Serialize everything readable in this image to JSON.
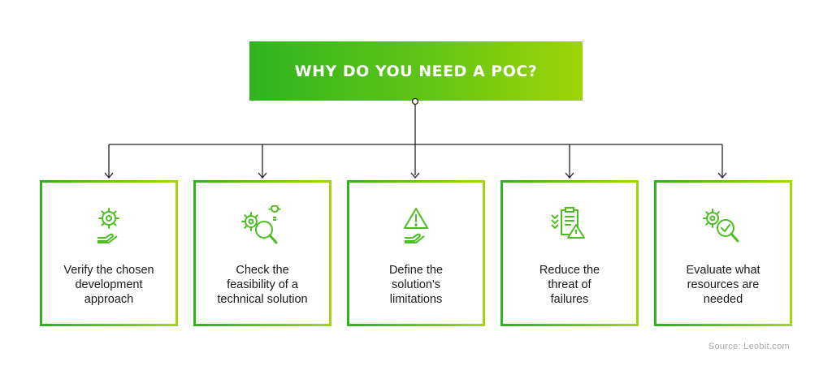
{
  "title": "WHY DO YOU NEED A POC?",
  "colors": {
    "green_dark": "#2fb41e",
    "green_light": "#a3d50a",
    "line": "#222222"
  },
  "cards": [
    {
      "label": "Verify the chosen\ndevelopment\napproach",
      "icon": "gear-hand-icon"
    },
    {
      "label": "Check the\nfeasibility of a\ntechnical solution",
      "icon": "gear-magnifier-bulb-icon"
    },
    {
      "label": "Define the\nsolution's\nlimitations",
      "icon": "warning-hand-icon"
    },
    {
      "label": "Reduce the\nthreat of\nfailures",
      "icon": "checklist-warning-icon"
    },
    {
      "label": "Evaluate what\nresources are\nneeded",
      "icon": "gear-magnifier-check-icon"
    }
  ],
  "source": "Source: Leobit.com"
}
